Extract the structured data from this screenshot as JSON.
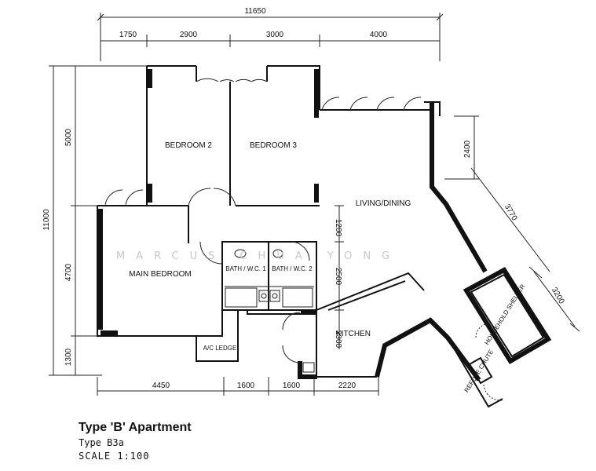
{
  "plan": {
    "overall_width": "11650",
    "overall_height": "11000",
    "top_dims": [
      "1750",
      "2900",
      "3000",
      "4000"
    ],
    "left_dims": [
      "5000",
      "4700",
      "1300"
    ],
    "bottom_dims": [
      "4450",
      "1600",
      "1600",
      "2220"
    ],
    "inner_dims": [
      "1200",
      "2500",
      "2300"
    ],
    "right_dims": [
      "2400",
      "3770",
      "3200"
    ],
    "rooms": {
      "bedroom2": "BEDROOM 2",
      "bedroom3": "BEDROOM 3",
      "living": "LIVING/DINING",
      "main_bedroom": "MAIN BEDROOM",
      "bath1": "BATH / W.C. 1",
      "bath2": "BATH / W.C. 2",
      "kitchen": "KITCHEN",
      "ledge": "A/C LEDGE",
      "shelter": "HOUSEHOLD SHELTER",
      "refuse": "REFUSE CHUTE"
    },
    "watermark": "MARCUS CHUA YONG"
  },
  "caption": {
    "title": "Type 'B' Apartment",
    "type": "Type B3a",
    "scale": "SCALE 1:100"
  }
}
